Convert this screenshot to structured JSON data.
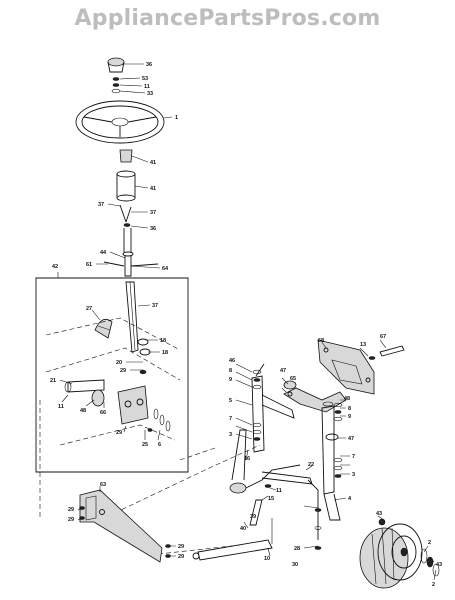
{
  "watermark": "AppliancePartsPros.com",
  "callouts": [
    {
      "id": "c36a",
      "text": "36"
    },
    {
      "id": "c53",
      "text": "53"
    },
    {
      "id": "c11a",
      "text": "11"
    },
    {
      "id": "c33",
      "text": "33"
    },
    {
      "id": "c1",
      "text": "1"
    },
    {
      "id": "c41a",
      "text": "41"
    },
    {
      "id": "c41b",
      "text": "41"
    },
    {
      "id": "c37a",
      "text": "37"
    },
    {
      "id": "c37b",
      "text": "37"
    },
    {
      "id": "c36b",
      "text": "36"
    },
    {
      "id": "c42",
      "text": "42"
    },
    {
      "id": "c44",
      "text": "44"
    },
    {
      "id": "c61",
      "text": "61"
    },
    {
      "id": "c64",
      "text": "64"
    },
    {
      "id": "c27",
      "text": "27"
    },
    {
      "id": "c37c",
      "text": "37"
    },
    {
      "id": "c18a",
      "text": "18"
    },
    {
      "id": "c18b",
      "text": "18"
    },
    {
      "id": "c20",
      "text": "20"
    },
    {
      "id": "c29a",
      "text": "29"
    },
    {
      "id": "c21",
      "text": "21"
    },
    {
      "id": "c11b",
      "text": "11"
    },
    {
      "id": "c48",
      "text": "48"
    },
    {
      "id": "c66",
      "text": "66"
    },
    {
      "id": "c29b",
      "text": "29"
    },
    {
      "id": "c25",
      "text": "25"
    },
    {
      "id": "c6",
      "text": "6"
    },
    {
      "id": "c68",
      "text": "68"
    },
    {
      "id": "c13",
      "text": "13"
    },
    {
      "id": "c67",
      "text": "67"
    },
    {
      "id": "c46",
      "text": "46"
    },
    {
      "id": "c47a",
      "text": "47"
    },
    {
      "id": "c65",
      "text": "65"
    },
    {
      "id": "c8a",
      "text": "8"
    },
    {
      "id": "c9a",
      "text": "9"
    },
    {
      "id": "c5a",
      "text": "5"
    },
    {
      "id": "c7a",
      "text": "7"
    },
    {
      "id": "c3a",
      "text": "3"
    },
    {
      "id": "c48b",
      "text": "48"
    },
    {
      "id": "c8b",
      "text": "8"
    },
    {
      "id": "c9b",
      "text": "9"
    },
    {
      "id": "c47b",
      "text": "47"
    },
    {
      "id": "c7b",
      "text": "7"
    },
    {
      "id": "c3b",
      "text": "3"
    },
    {
      "id": "c16",
      "text": "16"
    },
    {
      "id": "c22",
      "text": "22"
    },
    {
      "id": "c4",
      "text": "4"
    },
    {
      "id": "c11c",
      "text": "11"
    },
    {
      "id": "c15",
      "text": "15"
    },
    {
      "id": "c40",
      "text": "40"
    },
    {
      "id": "c39",
      "text": "39"
    },
    {
      "id": "c10",
      "text": "10"
    },
    {
      "id": "c28",
      "text": "28"
    },
    {
      "id": "c30",
      "text": "30"
    },
    {
      "id": "c63",
      "text": "63"
    },
    {
      "id": "c29c",
      "text": "29"
    },
    {
      "id": "c29d",
      "text": "29"
    },
    {
      "id": "c29e",
      "text": "29"
    },
    {
      "id": "c29f",
      "text": "29"
    },
    {
      "id": "c43",
      "text": "43"
    },
    {
      "id": "c2",
      "text": "2"
    },
    {
      "id": "c43b",
      "text": "43"
    },
    {
      "id": "c2b",
      "text": "2"
    }
  ]
}
